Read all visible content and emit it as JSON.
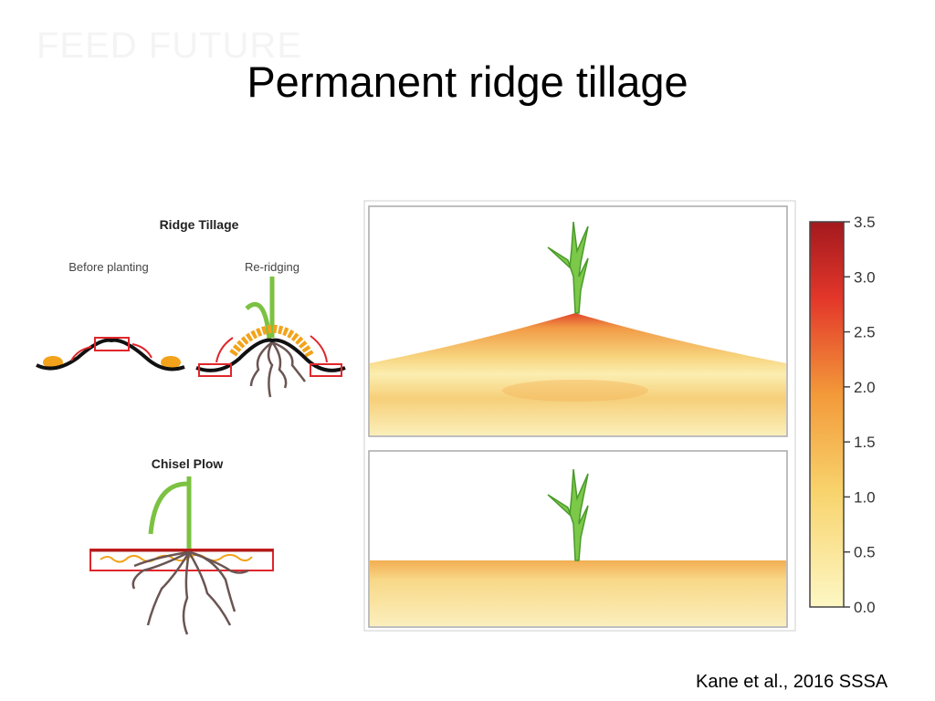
{
  "slide": {
    "watermark": "FEED FUTURE",
    "title": "Permanent ridge tillage",
    "citation": "Kane et al., 2016 SSSA"
  },
  "left_diagram": {
    "ridge_title": "Ridge Tillage",
    "before_label": "Before planting",
    "reridging_label": "Re-ridging",
    "chisel_title": "Chisel Plow"
  },
  "colors": {
    "soil_light": "#fbf0b0",
    "soil_mid": "#f6c25a",
    "soil_dark": "#d9241b",
    "plant": "#7cc242",
    "box": "#e0262b"
  },
  "chart_data": {
    "type": "heatmap",
    "colorbar": {
      "ticks": [
        "0.0",
        "0.5",
        "1.0",
        "1.5",
        "2.0",
        "2.5",
        "3.0",
        "3.5"
      ],
      "range": [
        0,
        3.5
      ]
    },
    "panels": [
      "ridge-tillage",
      "chisel-plow"
    ]
  }
}
